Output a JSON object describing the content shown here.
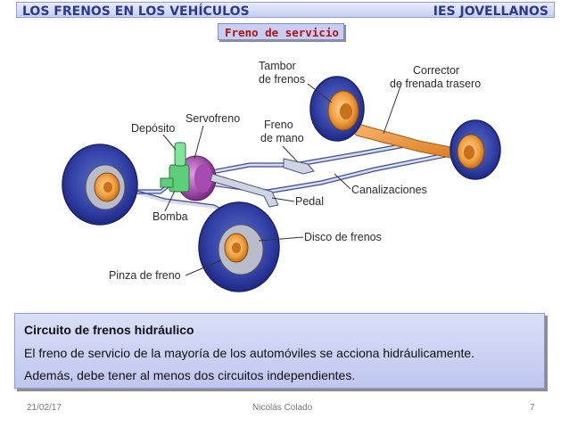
{
  "header": {
    "title": "LOS FRENOS EN LOS VEHÍCULOS",
    "institution": "IES JOVELLANOS"
  },
  "subtitle": "Freno de servicio",
  "diagram": {
    "labels": {
      "tambor": "Tambor",
      "de_frenos": "de frenos",
      "corrector": "Corrector",
      "frenada_trasero": "de frenada trasero",
      "servofreno": "Servofreno",
      "deposito": "Depósito",
      "freno": "Freno",
      "de_mano": "de mano",
      "canalizaciones": "Canalizaciones",
      "pedal": "Pedal",
      "bomba": "Bomba",
      "disco_frenos": "Disco de frenos",
      "pinza_freno": "Pinza de freno"
    }
  },
  "info": {
    "title": "Circuito de frenos hidráulico",
    "line1": "El freno de servicio de la mayoría de los automóviles se acciona hidráulicamente.",
    "line2": "Además, debe tener al menos dos circuitos independientes."
  },
  "footer": {
    "date": "21/02/17",
    "author": "Nicolás Colado",
    "page": "7"
  }
}
